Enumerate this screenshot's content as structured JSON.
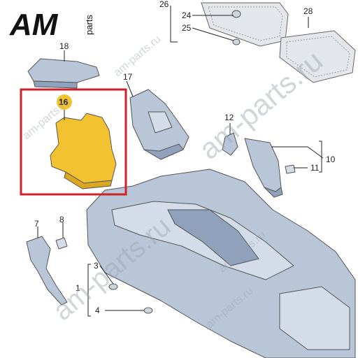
{
  "logo": {
    "main": "AM",
    "sub": "parts"
  },
  "watermarks": [
    "am-parts.ru",
    "am-parts.ru",
    "am-parts.ru",
    "am-parts.ru",
    "am-parts.ru",
    "am-parts.ru"
  ],
  "callouts": {
    "c1": "1",
    "c3": "3",
    "c4": "4",
    "c7": "7",
    "c8": "8",
    "c10": "10",
    "c11": "11",
    "c12": "12",
    "c16": "16",
    "c17": "17",
    "c18": "18",
    "c24": "24",
    "c25": "25",
    "c26": "26",
    "c28": "28"
  },
  "colors": {
    "highlight_frame": "#d0202a",
    "highlight_part": "#f2c230",
    "part_fill": "#b9c6d8",
    "callout_badge": "#f2c230"
  }
}
